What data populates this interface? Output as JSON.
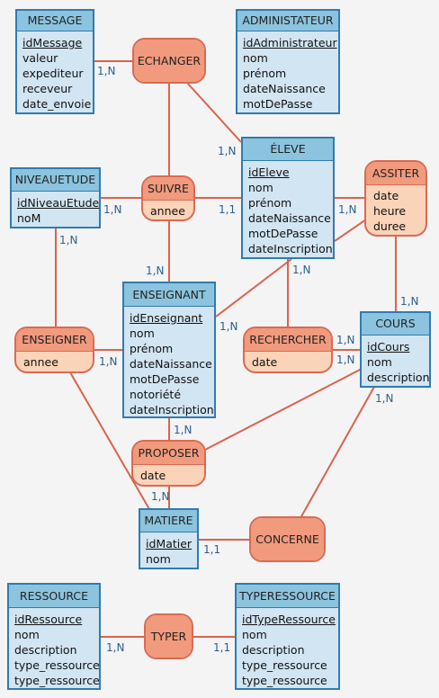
{
  "entities": {
    "message": {
      "name": "MESSAGE",
      "key": "idMessage",
      "attrs": [
        "valeur",
        "expediteur",
        "receveur",
        "date_envoie"
      ]
    },
    "administrateur": {
      "name": "ADMINISTATEUR",
      "key": "idAdministrateur",
      "attrs": [
        "nom",
        "prénom",
        "dateNaissance",
        "motDePasse"
      ]
    },
    "niveauetude": {
      "name": "NIVEAUETUDE",
      "key": "idNiveauEtude",
      "attrs": [
        "noM"
      ]
    },
    "eleve": {
      "name": "ÉLEVE",
      "key": "idEleve",
      "attrs": [
        "nom",
        "prénom",
        "dateNaissance",
        "motDePasse",
        "dateInscription"
      ]
    },
    "enseignant": {
      "name": "ENSEIGNANT",
      "key": "idEnseignant",
      "attrs": [
        "nom",
        "prénom",
        "dateNaissance",
        "motDePasse",
        "notoriété",
        "dateInscription"
      ]
    },
    "cours": {
      "name": "COURS",
      "key": "idCours",
      "attrs": [
        "nom",
        "description"
      ]
    },
    "matiere": {
      "name": "MATIERE",
      "key": "idMatier",
      "attrs": [
        "nom"
      ]
    },
    "ressource": {
      "name": "RESSOURCE",
      "key": "idRessource",
      "attrs": [
        "nom",
        "description",
        "type_ressource",
        "type_ressource"
      ]
    },
    "typeressource": {
      "name": "TYPERESSOURCE",
      "key": "idTypeRessource",
      "attrs": [
        "nom",
        "description",
        "type_ressource",
        "type_ressource"
      ]
    }
  },
  "relations": {
    "echanger": {
      "name": "ECHANGER",
      "attrs": []
    },
    "suivre": {
      "name": "SUIVRE",
      "attrs": [
        "annee"
      ]
    },
    "assiter": {
      "name": "ASSITER",
      "attrs": [
        "date",
        "heure",
        "duree"
      ]
    },
    "enseigner": {
      "name": "ENSEIGNER",
      "attrs": [
        "annee"
      ]
    },
    "rechercher": {
      "name": "RECHERCHER",
      "attrs": [
        "date"
      ]
    },
    "proposer": {
      "name": "PROPOSER",
      "attrs": [
        "date"
      ]
    },
    "concerne": {
      "name": "CONCERNE",
      "attrs": []
    },
    "typer": {
      "name": "TYPER",
      "attrs": []
    }
  },
  "cardinalities": {
    "message_echanger": "1,N",
    "eleve_echanger": "1,N",
    "enseignant_echanger": "1,N",
    "niveau_suivre": "1,N",
    "eleve_suivre": "1,1",
    "eleve_assiter": "1,N",
    "cours_assiter": "1,N",
    "niveau_enseigner": "1,N",
    "enseignant_enseigner": "1,N",
    "eleve_rechercher": "1,N",
    "cours_rechercher_1": "1,N",
    "cours_rechercher_2": "1,N",
    "enseignant_eleve": "1,N",
    "enseignant_proposer": "1,N",
    "cours_concerne": "1,N",
    "matiere_proposer": "1,N",
    "matiere_concerne": "1,1",
    "ressource_typer": "1,N",
    "typeressource_typer": "1,1"
  },
  "colors": {
    "line": "#d9634e",
    "entity_border": "#2f7cb0",
    "entity_header": "#8cc3de",
    "relation_header": "#f19a7d",
    "cardinality": "#2b5f8e"
  }
}
